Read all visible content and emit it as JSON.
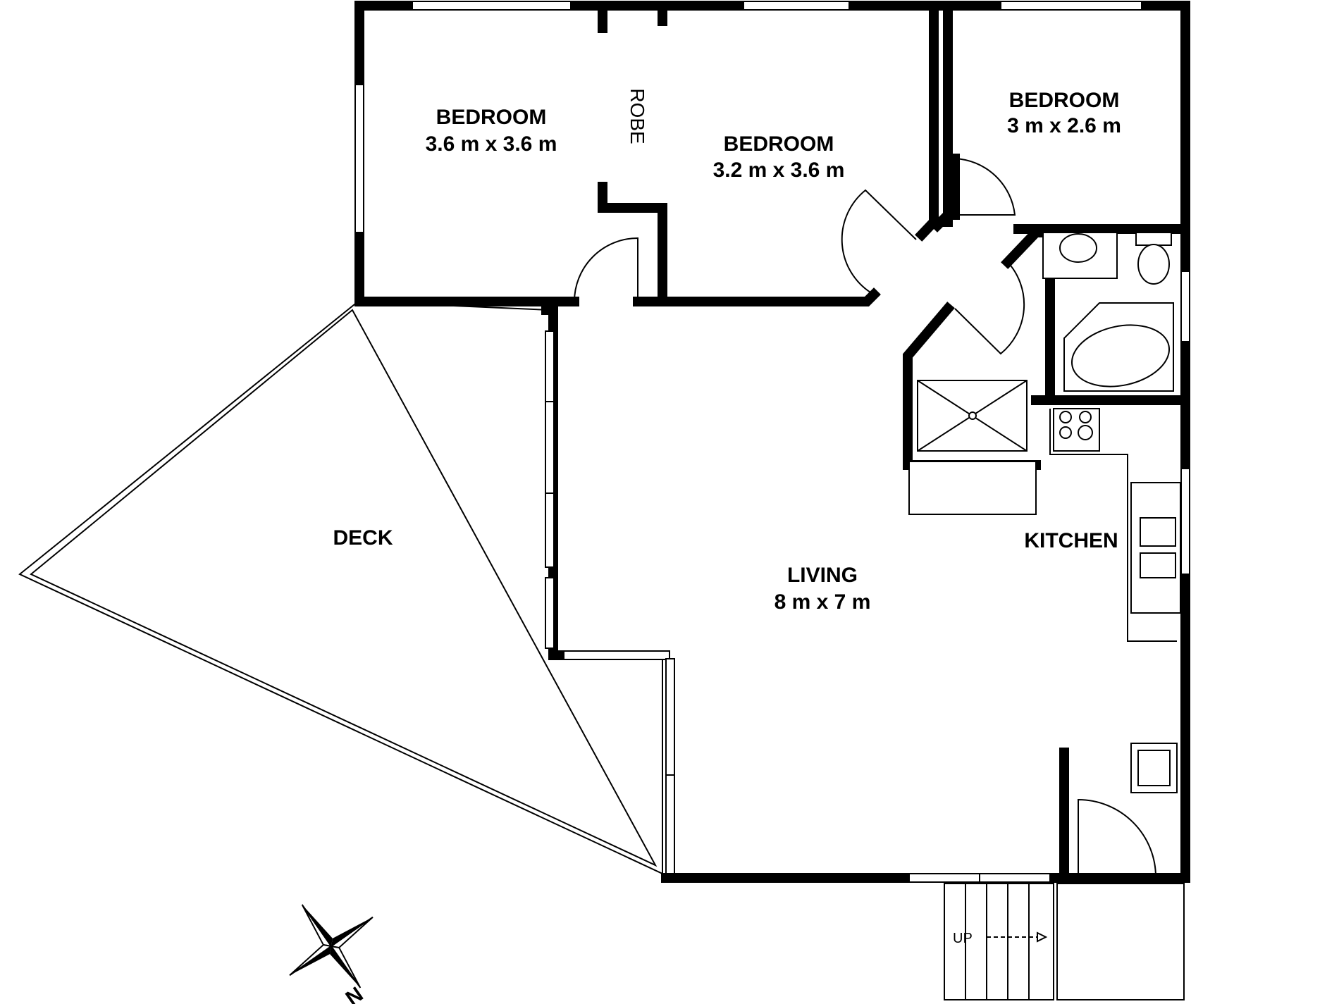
{
  "rooms": {
    "bedroom_1": {
      "name": "BEDROOM",
      "size": "3.6 m x 3.6 m"
    },
    "bedroom_2": {
      "name": "BEDROOM",
      "size": "3.2 m x 3.6 m"
    },
    "bedroom_3": {
      "name": "BEDROOM",
      "size": "3 m x 2.6 m"
    },
    "robe": {
      "name": "ROBE"
    },
    "deck": {
      "name": "DECK"
    },
    "living": {
      "name": "LIVING",
      "size": "8 m x 7 m"
    },
    "kitchen": {
      "name": "KITCHEN"
    }
  },
  "stairs": {
    "label": "UP"
  },
  "compass": {
    "north_label": "N"
  }
}
